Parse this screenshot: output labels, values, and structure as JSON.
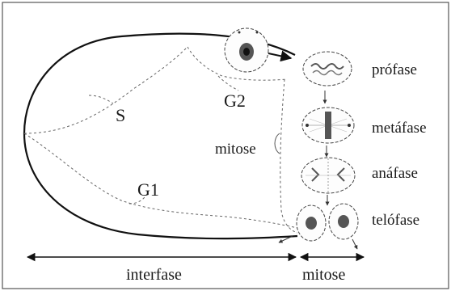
{
  "diagram": {
    "phase_labels": {
      "s": "S",
      "g2": "G2",
      "g1": "G1",
      "mitose_center": "mitose"
    },
    "mitosis_stages": [
      "prófase",
      "metáfase",
      "anáfase",
      "telófase"
    ],
    "bottom_labels": {
      "interfase": "interfase",
      "mitose": "mitose"
    }
  }
}
